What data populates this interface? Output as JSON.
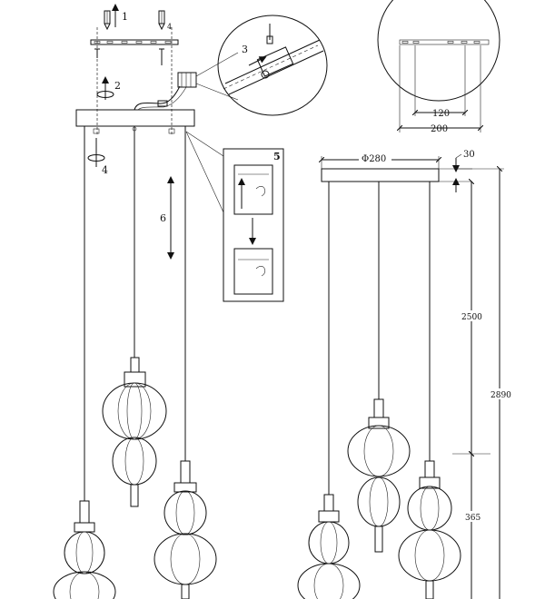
{
  "install": {
    "steps": [
      "1",
      "2",
      "3",
      "4",
      "5",
      "6"
    ],
    "small_screw_label": "4"
  },
  "canopy_detail": {
    "inner_spacing": "120",
    "outer_width": "200"
  },
  "dimensions": {
    "canopy_diameter": "Φ280",
    "canopy_height": "30",
    "cable_length": "2500",
    "total_height": "2890",
    "lamp_height": "365"
  },
  "colors": {
    "line": "#111111",
    "background": "#ffffff"
  }
}
